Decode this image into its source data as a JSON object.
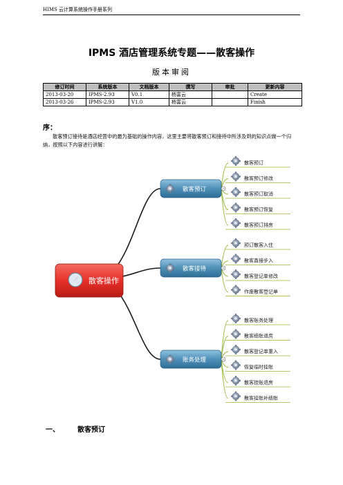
{
  "header": {
    "text": "HIMS 云计算系统操作手册系列"
  },
  "title": "IPMS 酒店管理系统专题——散客操作",
  "revision": {
    "title": "版本审阅",
    "columns": [
      "修订时间",
      "系统版本",
      "文档版本",
      "撰写",
      "审批",
      "更新内容"
    ],
    "rows": [
      [
        "2013-03-20",
        "IPMS-2.93",
        "V0.1",
        "杨富云",
        "",
        "Create"
      ],
      [
        "2013-03-26",
        "IPMS-2.93",
        "V1.0",
        "杨富云",
        "",
        "Finish"
      ]
    ]
  },
  "intro": {
    "heading": "序：",
    "text": "散客预订接待是酒店经营中的最为基础的操作内容，这里主要将散客预订和接待中所涉及到的知识点做一个归纳，按照以下内容进行讲解："
  },
  "mindmap": {
    "root": "散客操作",
    "branches": [
      {
        "label": "散客预订",
        "leaves": [
          "散客预订",
          "散客预订修改",
          "散客预订取消",
          "散客预订恢复",
          "散客预订排房"
        ]
      },
      {
        "label": "散客接待",
        "leaves": [
          "预订散客入住",
          "散客直接步入",
          "散客登记单修改",
          "作废散客登记单"
        ]
      },
      {
        "label": "账务处理",
        "leaves": [
          "散客账务处理",
          "散客结账退房",
          "散客登记单重入",
          "恢复临时挂账",
          "散客挂账退房",
          "散客挂账补结账"
        ]
      }
    ],
    "colors": {
      "root": "#e8312a",
      "branch": "#4f8fb8",
      "curve": "#1a1a1a",
      "leaf_line": "#9ab63a"
    }
  },
  "section": {
    "number": "一、",
    "title": "散客预订"
  }
}
